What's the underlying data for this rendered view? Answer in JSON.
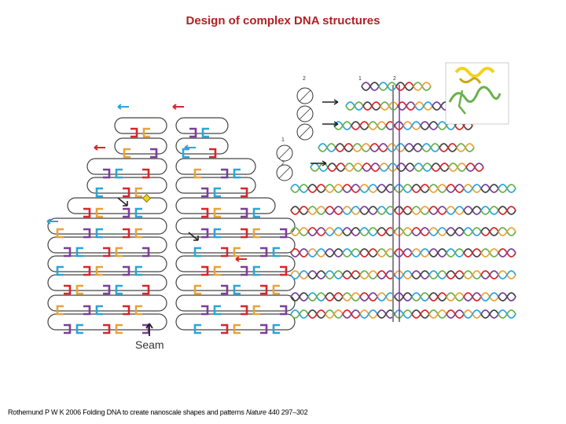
{
  "title": "Design of complex DNA structures",
  "left_diagram": {
    "seam_label": "Seam"
  },
  "right_diagram": {
    "top_labels": [
      "2",
      "1",
      "2"
    ],
    "side_labels": [
      "1",
      "2"
    ]
  },
  "citation": {
    "text": "Rothemund P W K 2006 Folding DNA to create nanoscale shapes and patterns ",
    "journal": "Nature",
    "volume_pages": " 440 297–302"
  },
  "colors": {
    "title": "#b32025",
    "red": "#d7262b",
    "orange": "#e8a33a",
    "purple": "#7b3f98",
    "blue": "#2aa6d8",
    "gray": "#444444",
    "green": "#6ab04c",
    "yellow": "#f2d21b"
  }
}
